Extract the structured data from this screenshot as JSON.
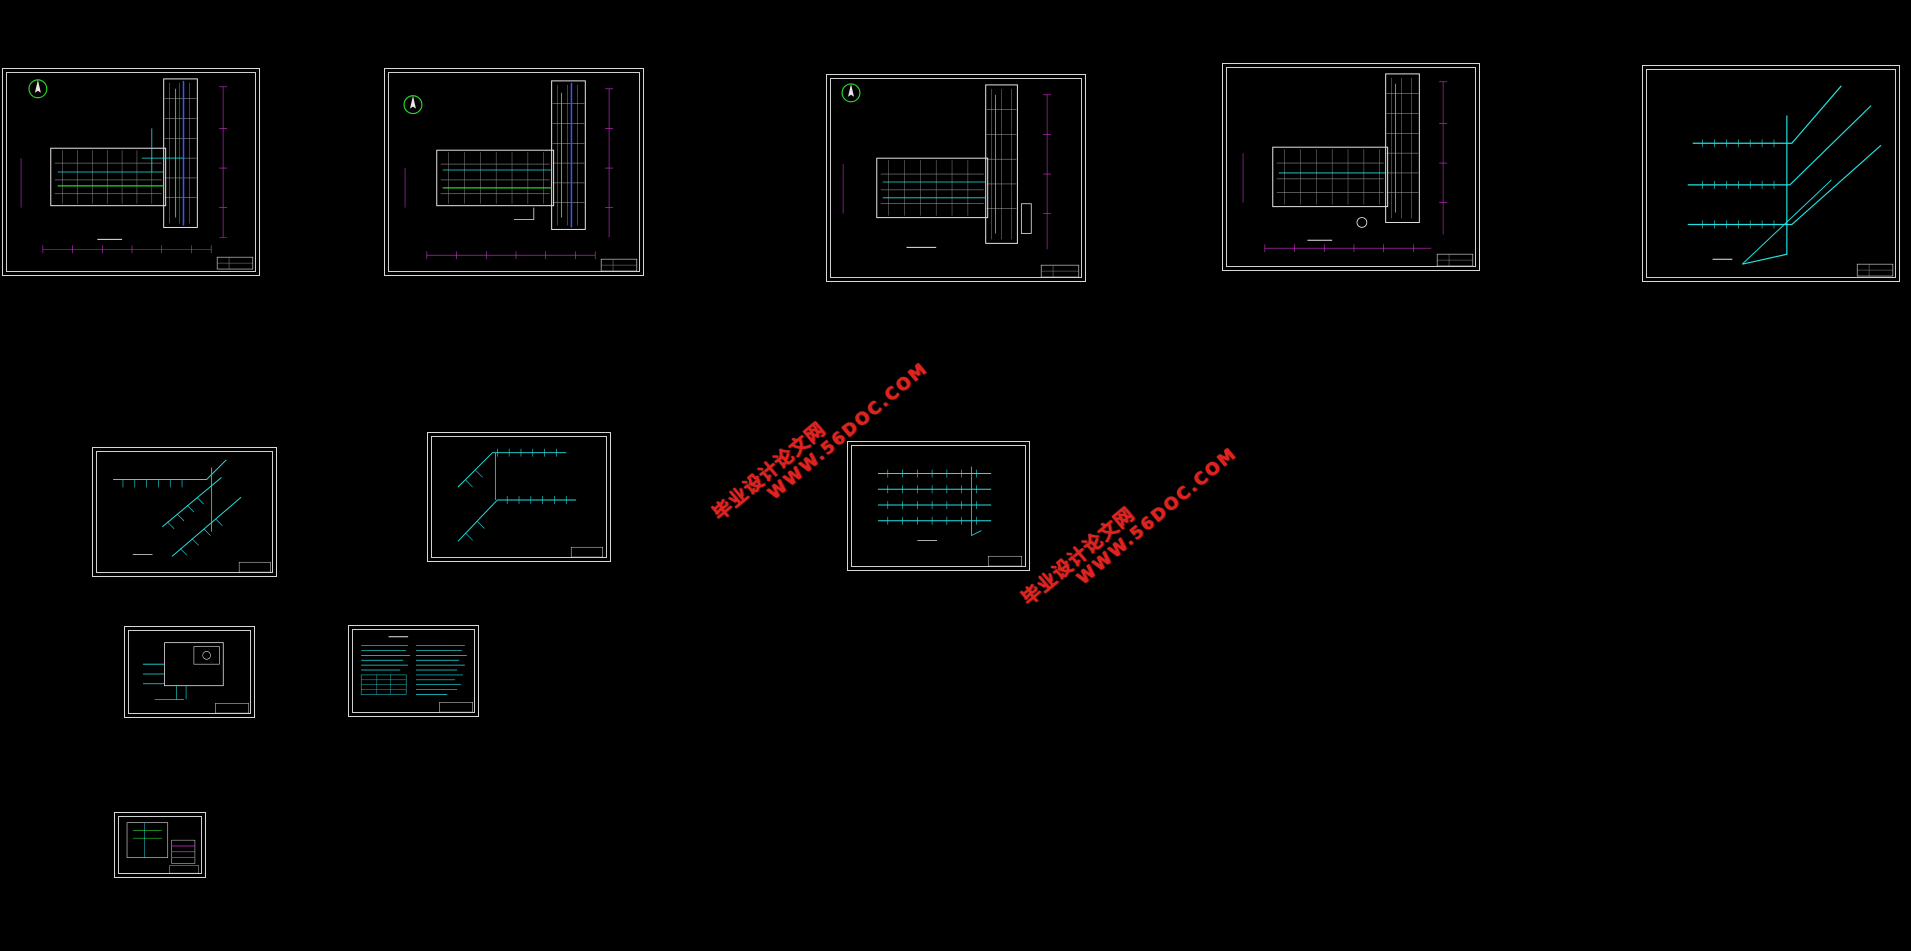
{
  "canvas": {
    "background": "#000000"
  },
  "colors": {
    "sheet_border": "#d8d8d8",
    "wall": "#e6e6e6",
    "pipe_cyan": "#22e0e0",
    "pipe_green": "#28d428",
    "pipe_blue": "#3a55ff",
    "accent_magenta": "#d030d0",
    "watermark": "#e0211c"
  },
  "sheets": [
    {
      "name": "floor-plan-1",
      "kind": "plan-with-north-arrow"
    },
    {
      "name": "floor-plan-2",
      "kind": "plan-with-north-arrow"
    },
    {
      "name": "floor-plan-3",
      "kind": "plan-with-north-arrow"
    },
    {
      "name": "floor-plan-4",
      "kind": "plan"
    },
    {
      "name": "isometric-system-1",
      "kind": "isometric"
    },
    {
      "name": "isometric-system-2",
      "kind": "isometric"
    },
    {
      "name": "isometric-system-3",
      "kind": "isometric"
    },
    {
      "name": "isometric-system-4",
      "kind": "isometric-horizontal"
    },
    {
      "name": "detail-diagram",
      "kind": "detail"
    },
    {
      "name": "design-notes",
      "kind": "text-sheet"
    },
    {
      "name": "small-detail",
      "kind": "small-detail"
    }
  ],
  "watermarks": [
    {
      "line1": "毕业设计论文网",
      "line2": "WWW.56DOC.COM"
    },
    {
      "line1": "毕业设计论文网",
      "line2": "WWW.56DOC.COM"
    }
  ]
}
